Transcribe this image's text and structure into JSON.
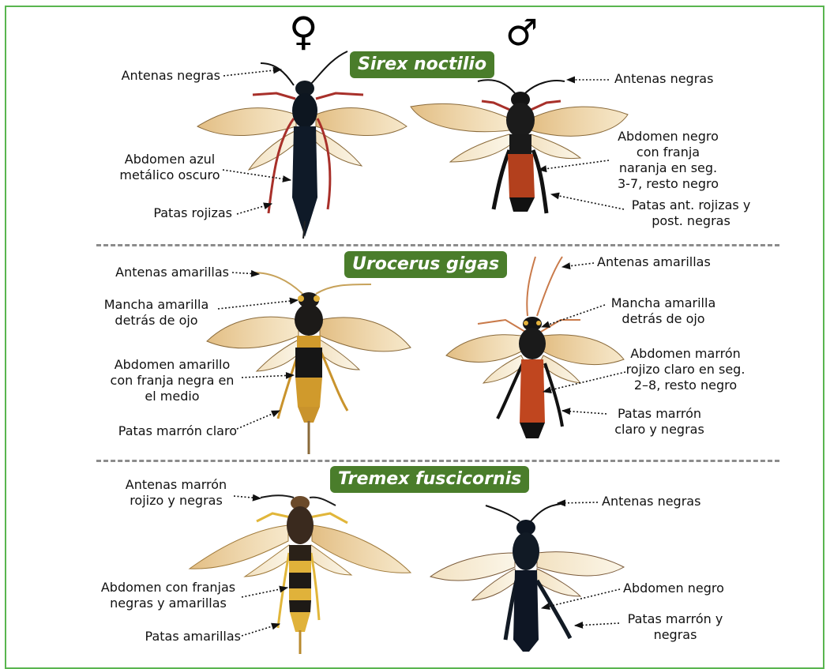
{
  "sex_symbols": {
    "female": "♀",
    "male": "♂"
  },
  "colors": {
    "frame": "#59b54f",
    "species_box": "#4a7d2b",
    "separator": "#8c8c8c"
  },
  "species": [
    {
      "name": "Sirex noctilio",
      "female": {
        "antennae": "Antenas negras",
        "abdomen": "Abdomen azul\nmetálico oscuro",
        "legs": "Patas rojizas"
      },
      "male": {
        "antennae": "Antenas negras",
        "abdomen": "Abdomen negro\ncon franja\nnaranja en seg.\n3-7, resto negro",
        "legs": "Patas ant. rojizas y\npost. negras"
      }
    },
    {
      "name": "Urocerus gigas",
      "female": {
        "antennae": "Antenas amarillas",
        "eye_spot": "Mancha amarilla\ndetrás de ojo",
        "abdomen": "Abdomen amarillo\ncon franja negra en\nel medio",
        "legs": "Patas marrón claro"
      },
      "male": {
        "antennae": "Antenas amarillas",
        "eye_spot": "Mancha amarilla\ndetrás de ojo",
        "abdomen": "Abdomen marrón\nrojizo claro en seg.\n2–8, resto negro",
        "legs": "Patas marrón\nclaro y negras"
      }
    },
    {
      "name": "Tremex fuscicornis",
      "female": {
        "antennae": "Antenas marrón\nrojizo y negras",
        "abdomen": "Abdomen con franjas\nnegras y amarillas",
        "legs": "Patas amarillas"
      },
      "male": {
        "antennae": "Antenas negras",
        "abdomen": "Abdomen negro",
        "legs": "Patas marrón y\nnegras"
      }
    }
  ]
}
